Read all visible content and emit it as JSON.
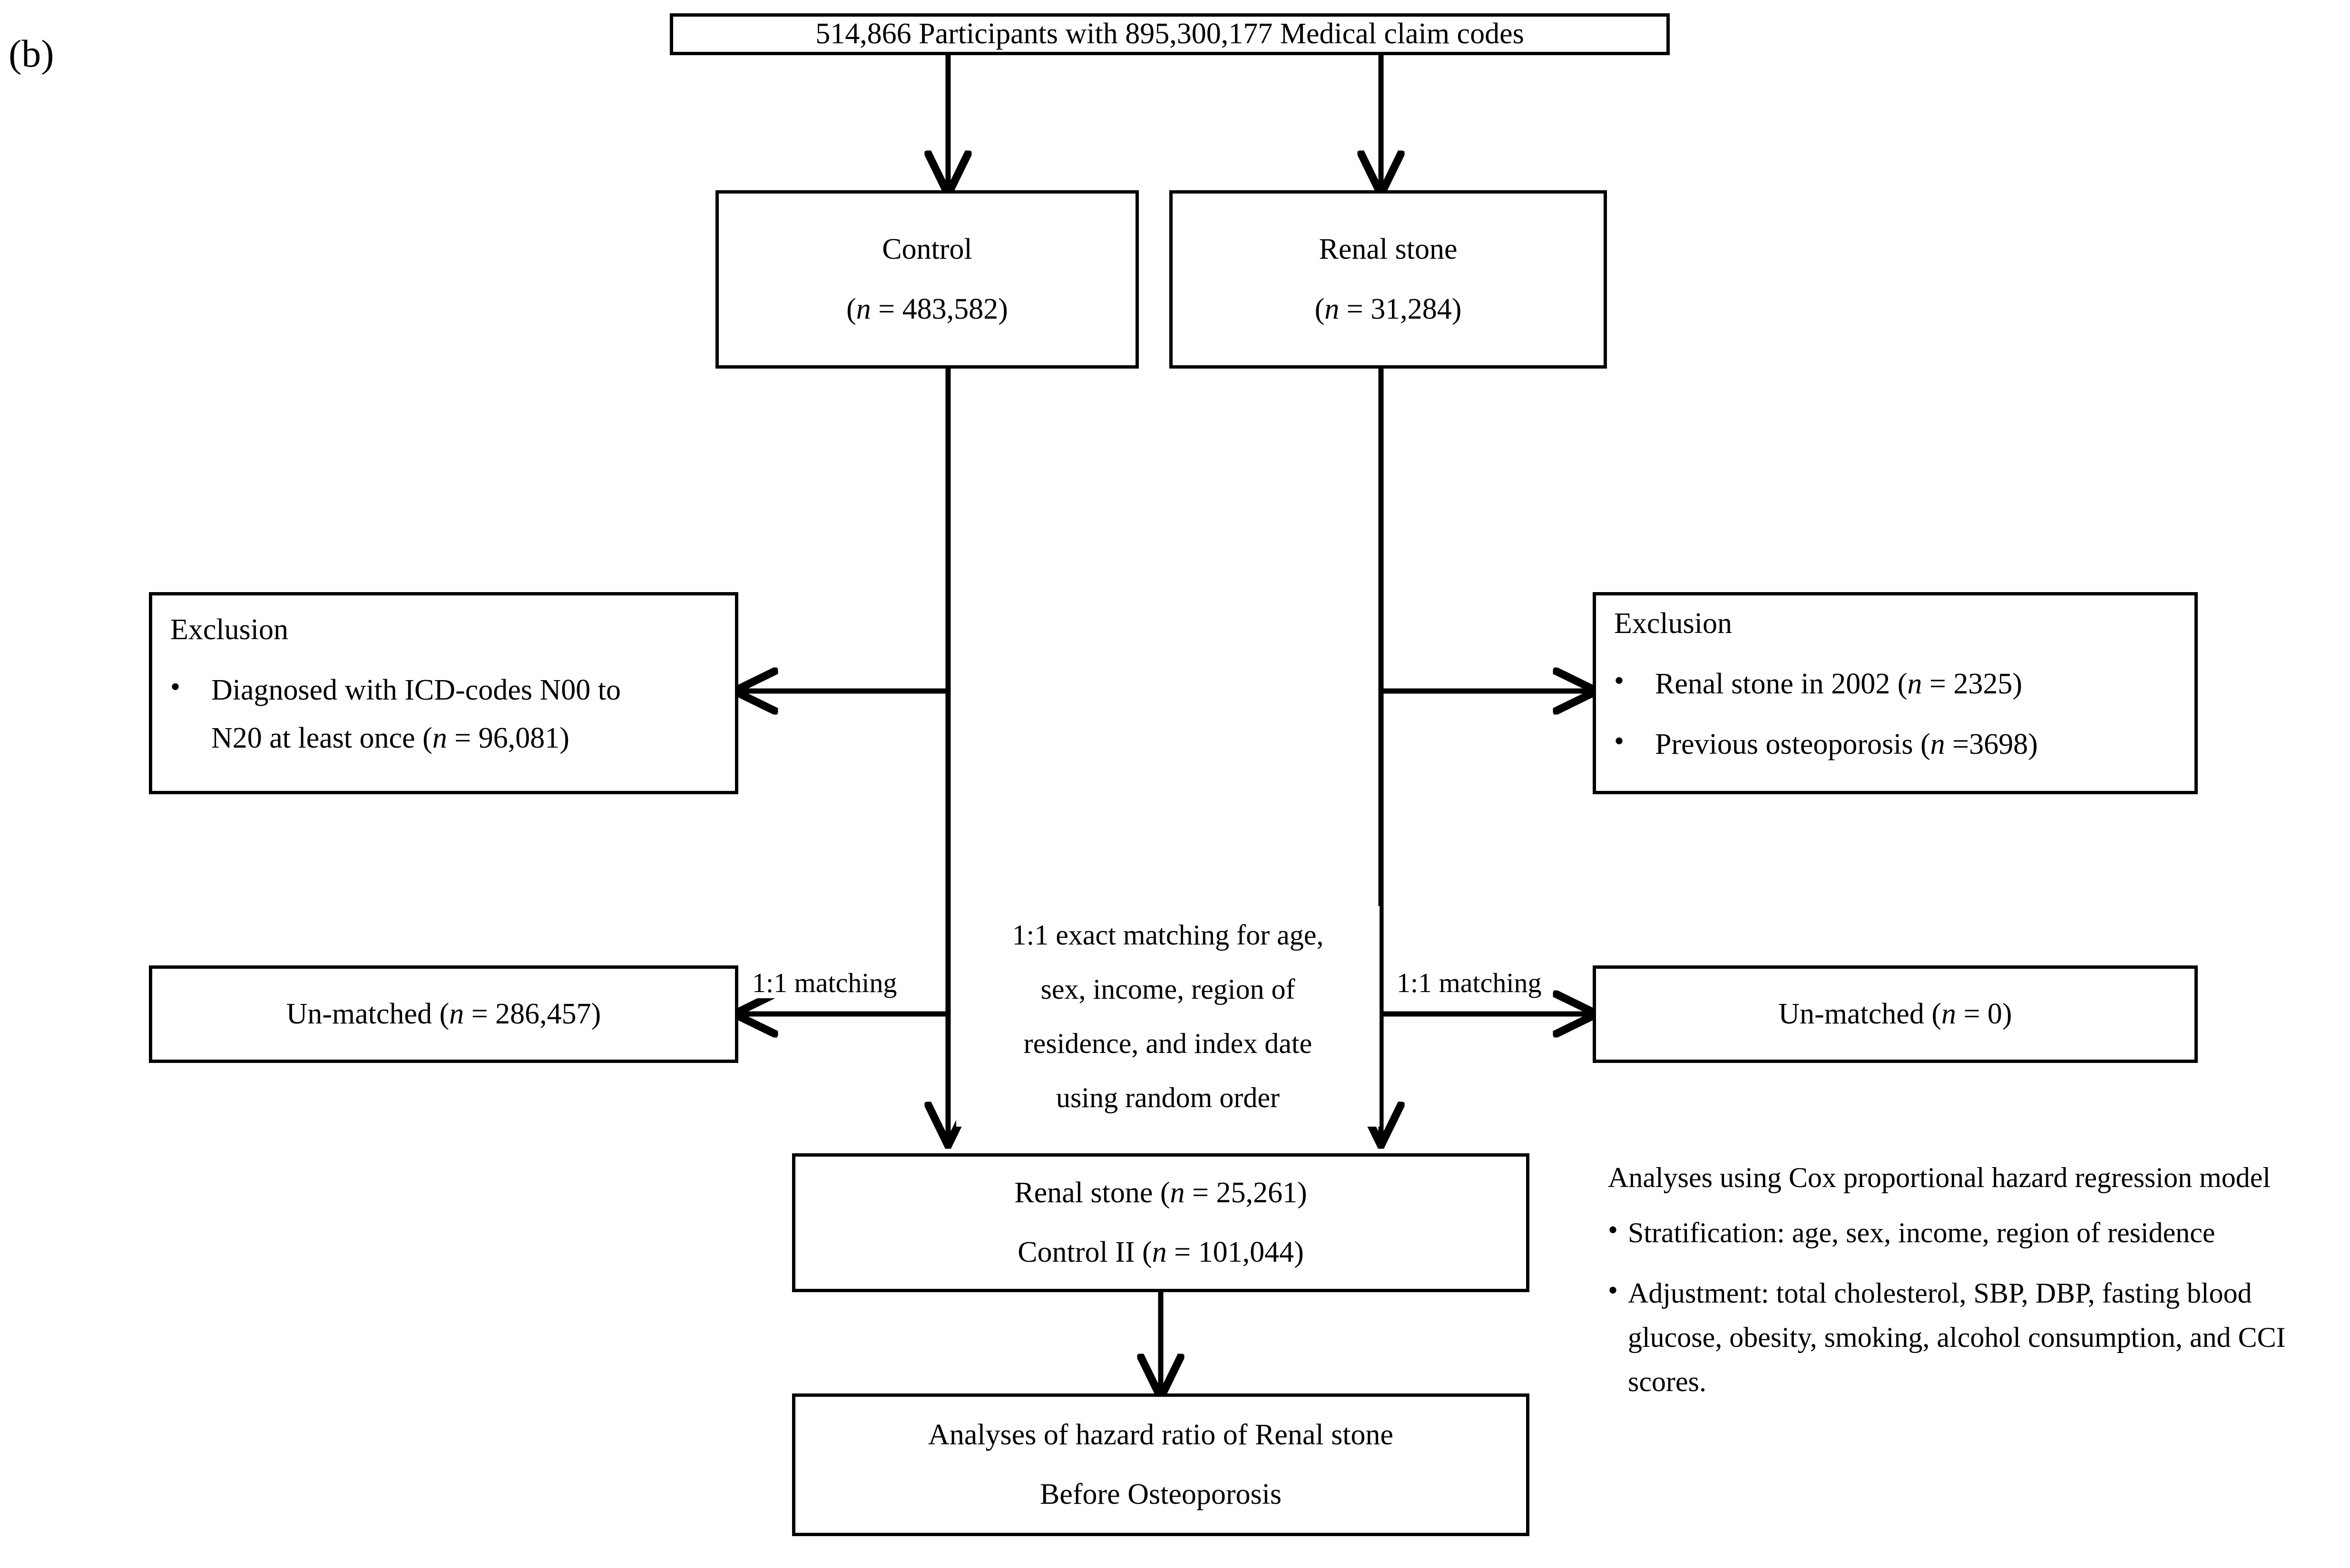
{
  "panel": {
    "label": "(b)"
  },
  "nodes": {
    "source": {
      "text": "514,866 Participants with 895,300,177 Medical claim codes"
    },
    "control": {
      "title": "Control",
      "count": "(n = 483,582)"
    },
    "renal_stone": {
      "title": "Renal stone",
      "count": "(n = 31,284)"
    },
    "exclusion_left": {
      "title": "Exclusion",
      "items": [
        {
          "bullet": "•",
          "line1": "Diagnosed with ICD-codes N00 to",
          "line2": "N20 at least once (n = 96,081)"
        }
      ]
    },
    "exclusion_right": {
      "title": "Exclusion",
      "items": [
        {
          "bullet": "•",
          "line1": "Renal stone in 2002  (n = 2325)"
        },
        {
          "bullet": "•",
          "line1": "Previous osteoporosis (n =3698)"
        }
      ]
    },
    "unmatched_left": {
      "text": "Un-matched (n = 286,457)"
    },
    "unmatched_right": {
      "text": "Un-matched (n = 0)"
    },
    "matched_cohort": {
      "line1": "Renal stone (n = 25,261)",
      "line2": "Control II (n = 101,044)"
    },
    "final_analysis": {
      "line1": "Analyses of hazard ratio of Renal stone",
      "line2": "Before Osteoporosis"
    }
  },
  "edge_labels": {
    "matching_left": "1:1 matching",
    "matching_right": "1:1 matching"
  },
  "matching_note": {
    "lines": [
      "1:1 exact matching for age,",
      "sex, income, region of",
      "residence, and index date",
      "using random order"
    ]
  },
  "analysis_note": {
    "header": "Analyses using Cox proportional hazard regression model",
    "bullets": [
      {
        "bullet": "•",
        "text": "Stratification: age, sex, income, region of residence"
      },
      {
        "bullet": "•",
        "text": "Adjustment:  total cholesterol, SBP, DBP, fasting blood glucose, obesity, smoking, alcohol consumption, and CCI scores."
      }
    ]
  },
  "style": {
    "stroke": "#000000",
    "background": "#ffffff"
  }
}
